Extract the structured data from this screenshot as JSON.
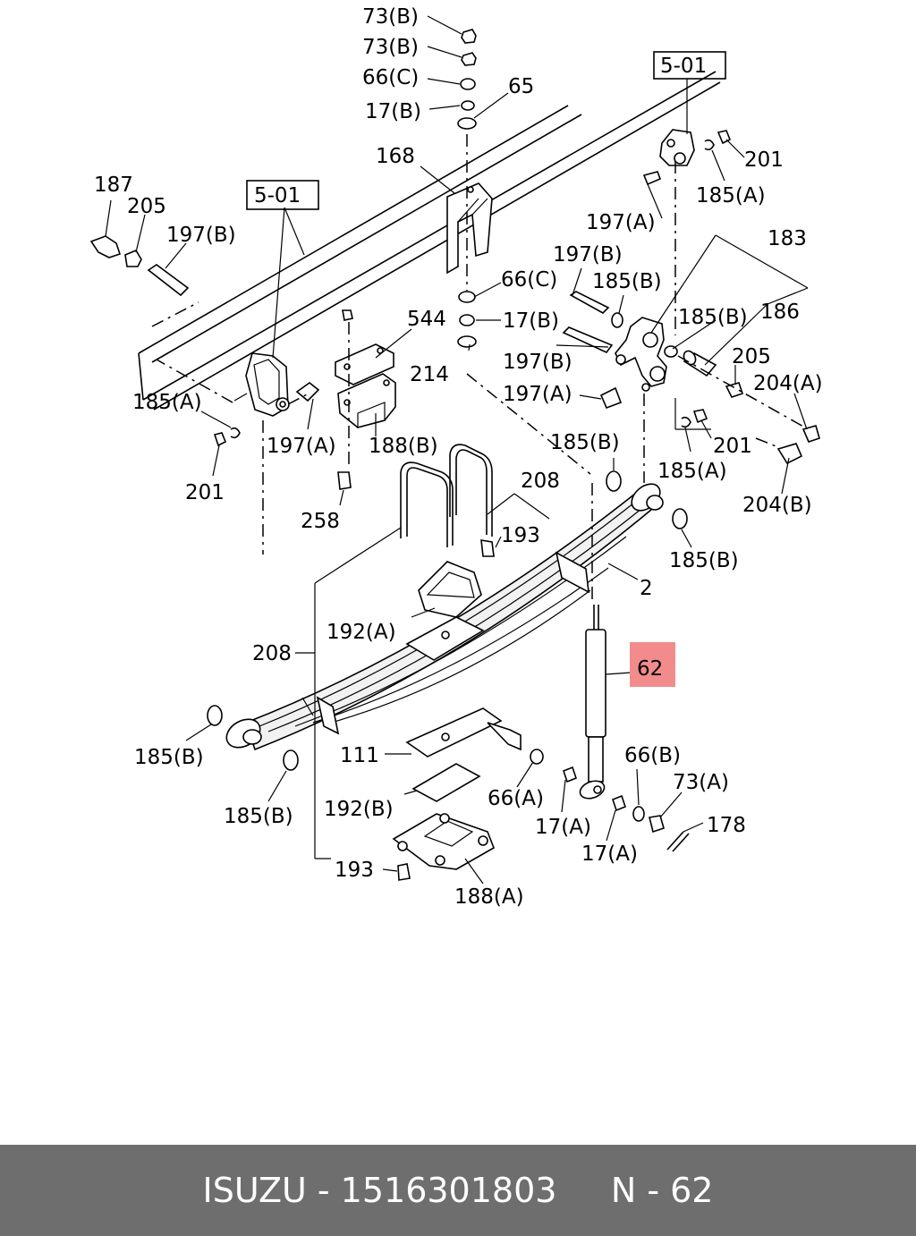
{
  "callouts": {
    "l73b1": "73(B)",
    "l73b2": "73(B)",
    "l66c1": "66(C)",
    "l65": "65",
    "l17b1": "17(B)",
    "l168": "168",
    "l501a": "5-01",
    "l501b": "5-01",
    "l187": "187",
    "l205a": "205",
    "l197b1": "197(B)",
    "l544": "544",
    "l66c2": "66(C)",
    "l17b2": "17(B)",
    "l214": "214",
    "l201a": "201",
    "l185a1": "185(A)",
    "l197a1": "197(A)",
    "l183": "183",
    "l197b2": "197(B)",
    "l185b1": "185(B)",
    "l185b2": "185(B)",
    "l186": "186",
    "l197b3": "197(B)",
    "l197a2": "197(A)",
    "l205b": "205",
    "l204a": "204(A)",
    "l201b": "201",
    "l185a2": "185(A)",
    "l204b": "204(B)",
    "l185a3": "185(A)",
    "l197a3": "197(A)",
    "l188b": "188(B)",
    "l201c": "201",
    "l258": "258",
    "l185b3": "185(B)",
    "l208a": "208",
    "l193a": "193",
    "l185b4": "185(B)",
    "l2": "2",
    "l192a": "192(A)",
    "l208b": "208",
    "l62": "62",
    "l185b5": "185(B)",
    "l111": "111",
    "l66b": "66(B)",
    "l73a": "73(A)",
    "l185b6": "185(B)",
    "l66a": "66(A)",
    "l192b": "192(B)",
    "l17a1": "17(A)",
    "l178": "178",
    "l17a2": "17(A)",
    "l193b": "193",
    "l188a": "188(A)"
  },
  "highlight_color": "#f28c8c",
  "footer": {
    "text": "ISUZU - 1516301803     N - 62"
  }
}
